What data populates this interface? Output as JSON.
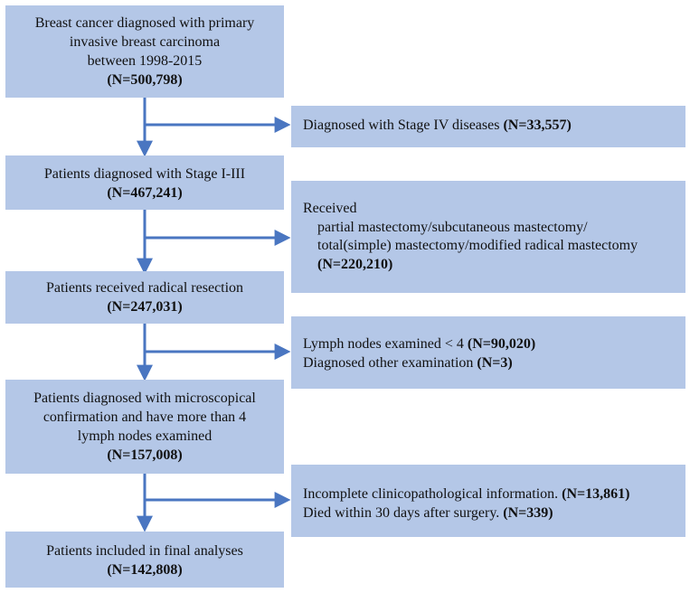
{
  "colors": {
    "box_fill": "#b4c7e7",
    "arrow": "#4a76c1"
  },
  "main_boxes": [
    {
      "lines": [
        "Breast cancer diagnosed with primary",
        "invasive breast carcinoma",
        "between 1998-2015"
      ],
      "n": "(N=500,798)"
    },
    {
      "lines": [
        "Patients diagnosed with Stage I-III"
      ],
      "n": "(N=467,241)"
    },
    {
      "lines": [
        "Patients received radical resection"
      ],
      "n": "(N=247,031)"
    },
    {
      "lines": [
        "Patients diagnosed with microscopical",
        "confirmation and have more than 4",
        "lymph nodes examined"
      ],
      "n": "(N=157,008)"
    },
    {
      "lines": [
        "Patients included in final analyses"
      ],
      "n": "(N=142,808)"
    }
  ],
  "exclusion_boxes": [
    {
      "items": [
        {
          "text": "Diagnosed with Stage IV diseases ",
          "n": "(N=33,557)"
        }
      ]
    },
    {
      "header": "Received",
      "sub_lines": [
        "partial mastectomy/subcutaneous mastectomy/",
        "total(simple) mastectomy/modified  radical mastectomy"
      ],
      "n": "(N=220,210)"
    },
    {
      "items": [
        {
          "text": "Lymph nodes examined < 4 ",
          "n": "(N=90,020)"
        },
        {
          "text": "Diagnosed other examination ",
          "n": "(N=3)"
        }
      ]
    },
    {
      "items": [
        {
          "text": "Incomplete clinicopathological information. ",
          "n": "(N=13,861)"
        },
        {
          "text": "Died within 30 days after surgery. ",
          "n": "(N=339)"
        }
      ]
    }
  ]
}
